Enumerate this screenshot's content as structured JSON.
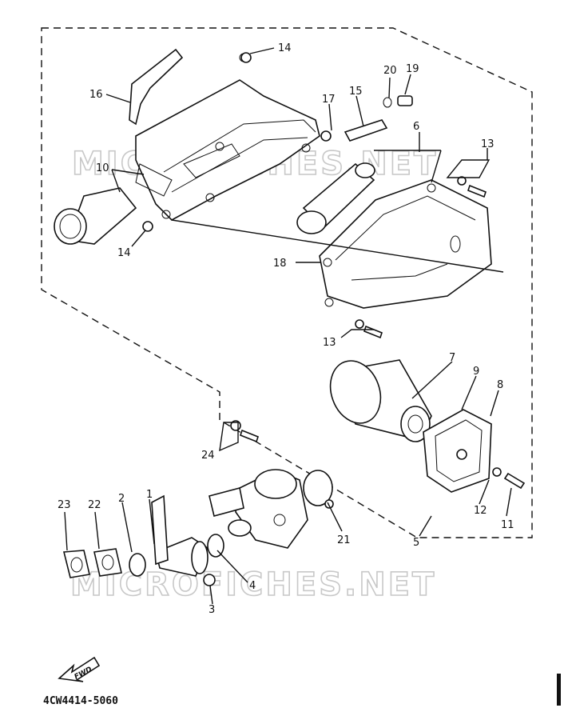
{
  "diagram": {
    "watermark": "MICROFICHES.NET",
    "drawing_code": "4CW4414-5060",
    "fwd_label": "FWD",
    "callouts": [
      {
        "id": "p14a",
        "text": "14"
      },
      {
        "id": "p16",
        "text": "16"
      },
      {
        "id": "p10",
        "text": "10"
      },
      {
        "id": "p14b",
        "text": "14"
      },
      {
        "id": "p17",
        "text": "17"
      },
      {
        "id": "p15",
        "text": "15"
      },
      {
        "id": "p20",
        "text": "20"
      },
      {
        "id": "p19",
        "text": "19"
      },
      {
        "id": "p6",
        "text": "6"
      },
      {
        "id": "p13a",
        "text": "13"
      },
      {
        "id": "p18",
        "text": "18"
      },
      {
        "id": "p13b",
        "text": "13"
      },
      {
        "id": "p7",
        "text": "7"
      },
      {
        "id": "p9",
        "text": "9"
      },
      {
        "id": "p8",
        "text": "8"
      },
      {
        "id": "p24",
        "text": "24"
      },
      {
        "id": "p23",
        "text": "23"
      },
      {
        "id": "p22",
        "text": "22"
      },
      {
        "id": "p2",
        "text": "2"
      },
      {
        "id": "p1",
        "text": "1"
      },
      {
        "id": "p21",
        "text": "21"
      },
      {
        "id": "p4",
        "text": "4"
      },
      {
        "id": "p3",
        "text": "3"
      },
      {
        "id": "p5",
        "text": "5"
      },
      {
        "id": "p12",
        "text": "12"
      },
      {
        "id": "p11",
        "text": "11"
      }
    ]
  }
}
